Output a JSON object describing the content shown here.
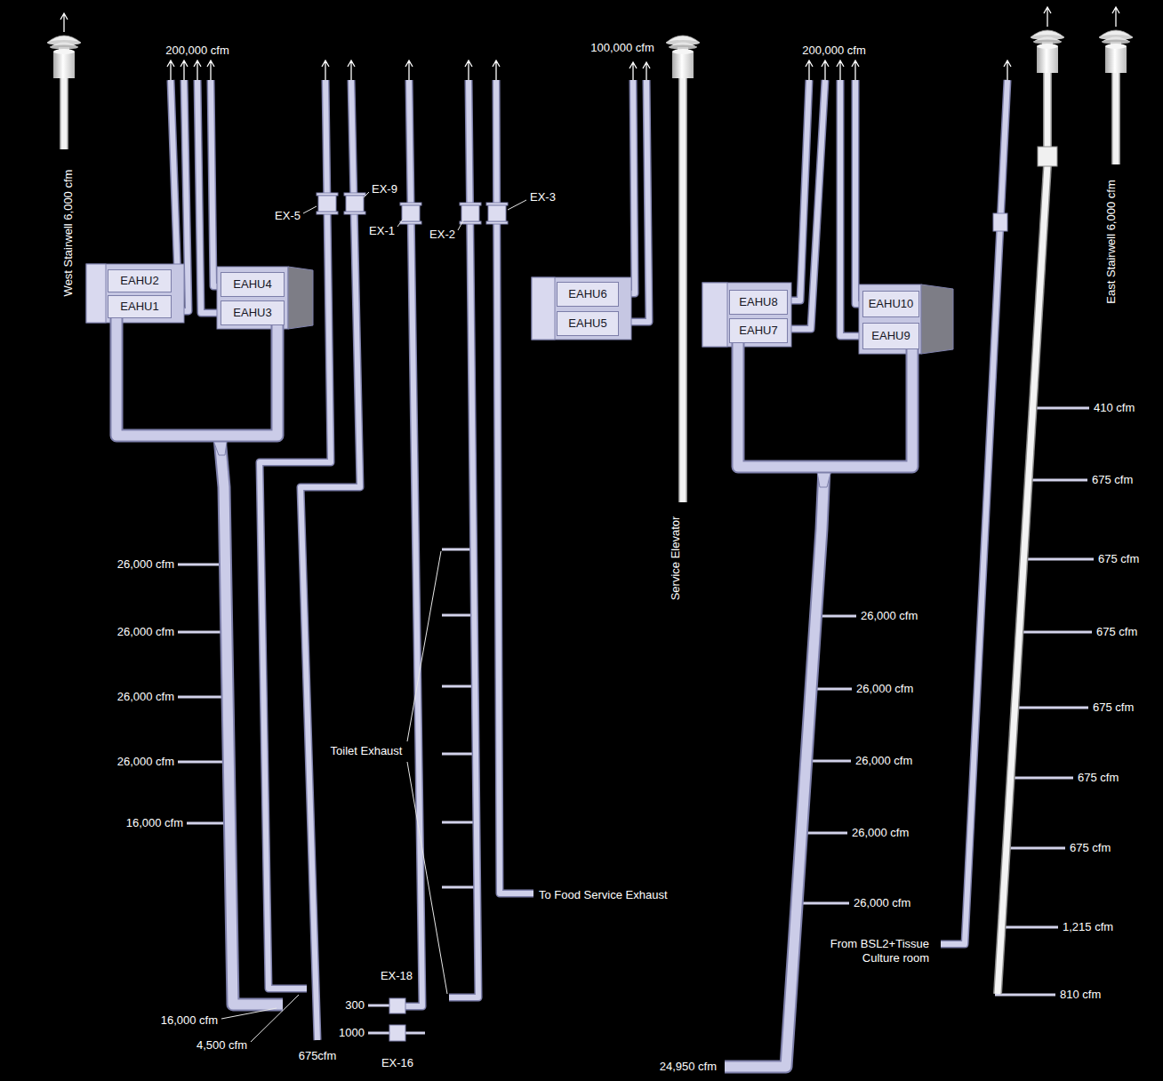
{
  "diagram": {
    "nodes": [
      {
        "text": [
          "EAHU2"
        ]
      },
      {
        "text": [
          "EAHU1"
        ]
      },
      {
        "text": [
          "EAHU4"
        ]
      },
      {
        "text": [
          "EAHU3"
        ]
      },
      {
        "text": [
          "EAHU6"
        ]
      },
      {
        "text": [
          "EAHU5"
        ]
      },
      {
        "text": [
          "EAHU8"
        ]
      },
      {
        "text": [
          "EAHU7"
        ]
      },
      {
        "text": [
          "EAHU10"
        ]
      },
      {
        "text": [
          "EAHU9"
        ]
      }
    ],
    "edges": [
      {
        "from": 1,
        "to": 3,
        "arrow": "none"
      },
      {
        "from": 7,
        "to": 9,
        "arrow": "none"
      }
    ],
    "labels": [
      "West Stairwell 6,000 cfm",
      "200,000 cfm",
      "EX-5",
      "EX-9",
      "EX-1",
      "EX-2",
      "EX-3",
      "100,000 cfm",
      "200,000 cfm",
      "East Stairwell 6,000 cfm",
      "410 cfm",
      "675 cfm",
      "675 cfm",
      "675 cfm",
      "675 cfm",
      "675 cfm",
      "675 cfm",
      "Service Elevator",
      "26,000 cfm",
      "26,000 cfm",
      "26,000 cfm",
      "26,000 cfm",
      "16,000 cfm",
      "26,000 cfm",
      "26,000 cfm",
      "26,000 cfm",
      "26,000 cfm",
      "26,000 cfm",
      "Toilet Exhaust",
      "To Food Service Exhaust",
      "From BSL2+Tissue Culture room",
      "1,215 cfm",
      "810 cfm",
      "EX-18",
      "300",
      "EX-16",
      "1000",
      "16,000 cfm",
      "4,500 cfm",
      "675cfm",
      "24,950 cfm"
    ]
  }
}
